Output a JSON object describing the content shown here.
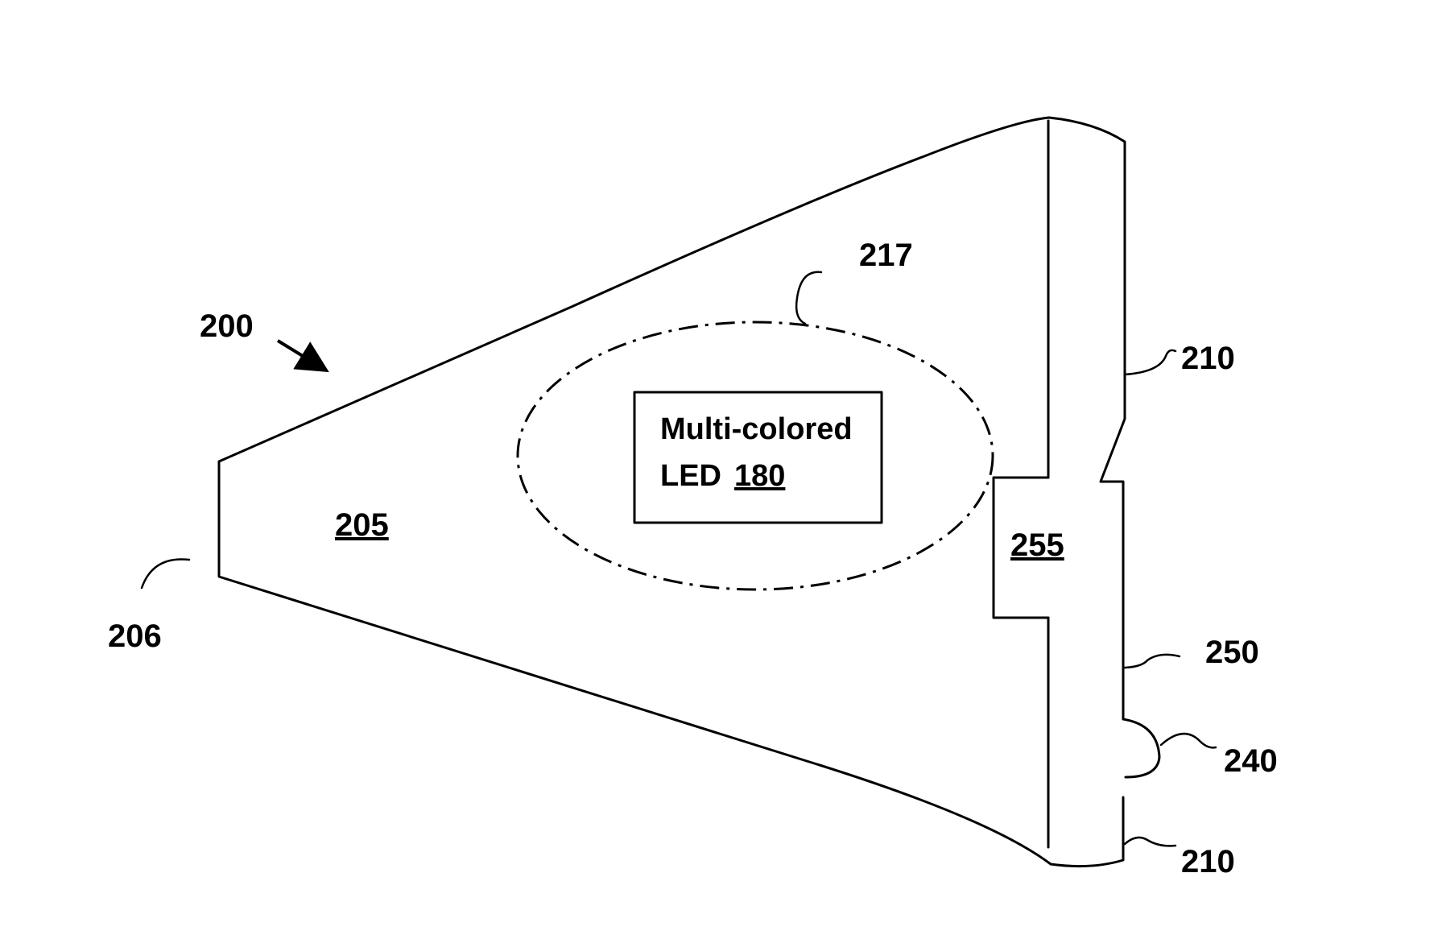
{
  "figure": {
    "device_ref": "200",
    "body_ref": "205",
    "tip_ref": "206",
    "region_ref": "217",
    "top_edge_ref": "210",
    "bottom_edge_ref": "210",
    "plate_ref": "250",
    "bump_ref": "240",
    "tab_ref": "255",
    "led_box": {
      "line1": "Multi-colored",
      "line2_prefix": "LED",
      "line2_ref": "180"
    }
  }
}
